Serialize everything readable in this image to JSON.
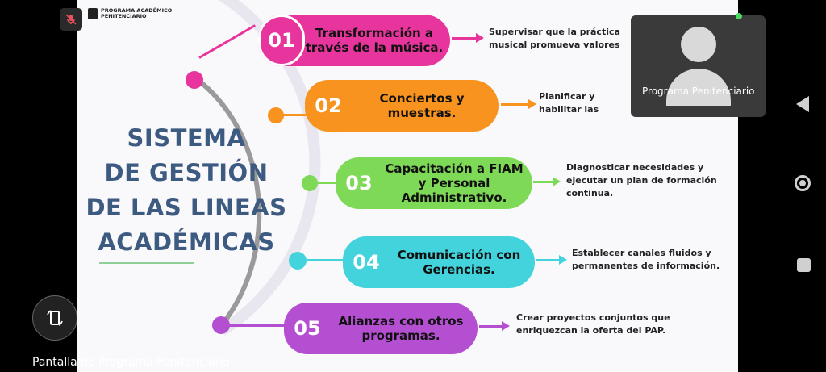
{
  "meeting": {
    "screen_caption": "Pantalla de Programa Penitenciario",
    "participant_name": "Programa Penitenciario"
  },
  "slide": {
    "logo_line1": "PROGRAMA ACADÉMICO",
    "logo_line2": "PENITENCIARIO",
    "title_lines": [
      "SISTEMA",
      "DE GESTIÓN",
      "DE LAS LINEAS",
      "ACADÉMICAS"
    ],
    "steps": [
      {
        "num": "01",
        "label": "Transformación a través de la música.",
        "description": "Supervisar que la práctica musical promueva valores de reinserción.",
        "color": "#e8359d"
      },
      {
        "num": "02",
        "label": "Conciertos y muestras.",
        "description": "Planificar y habilitar las presentaciones.",
        "color": "#f7931e"
      },
      {
        "num": "03",
        "label": "Capacitación a FIAM y Personal Administrativo.",
        "description": "Diagnosticar necesidades y ejecutar un plan de formación continua.",
        "color": "#7ed957"
      },
      {
        "num": "04",
        "label": "Comunicación con Gerencias.",
        "description": "Establecer canales fluidos y permanentes de información.",
        "color": "#42d3dc"
      },
      {
        "num": "05",
        "label": "Alianzas con otros programas.",
        "description": "Crear proyectos conjuntos que enriquezcan la oferta del PAP.",
        "color": "#b44fd1"
      }
    ]
  },
  "icons": {
    "mic": "mic-muted-icon",
    "rotate": "rotate-screen-icon",
    "back": "back-icon",
    "home": "home-icon",
    "recent": "recent-apps-icon"
  }
}
